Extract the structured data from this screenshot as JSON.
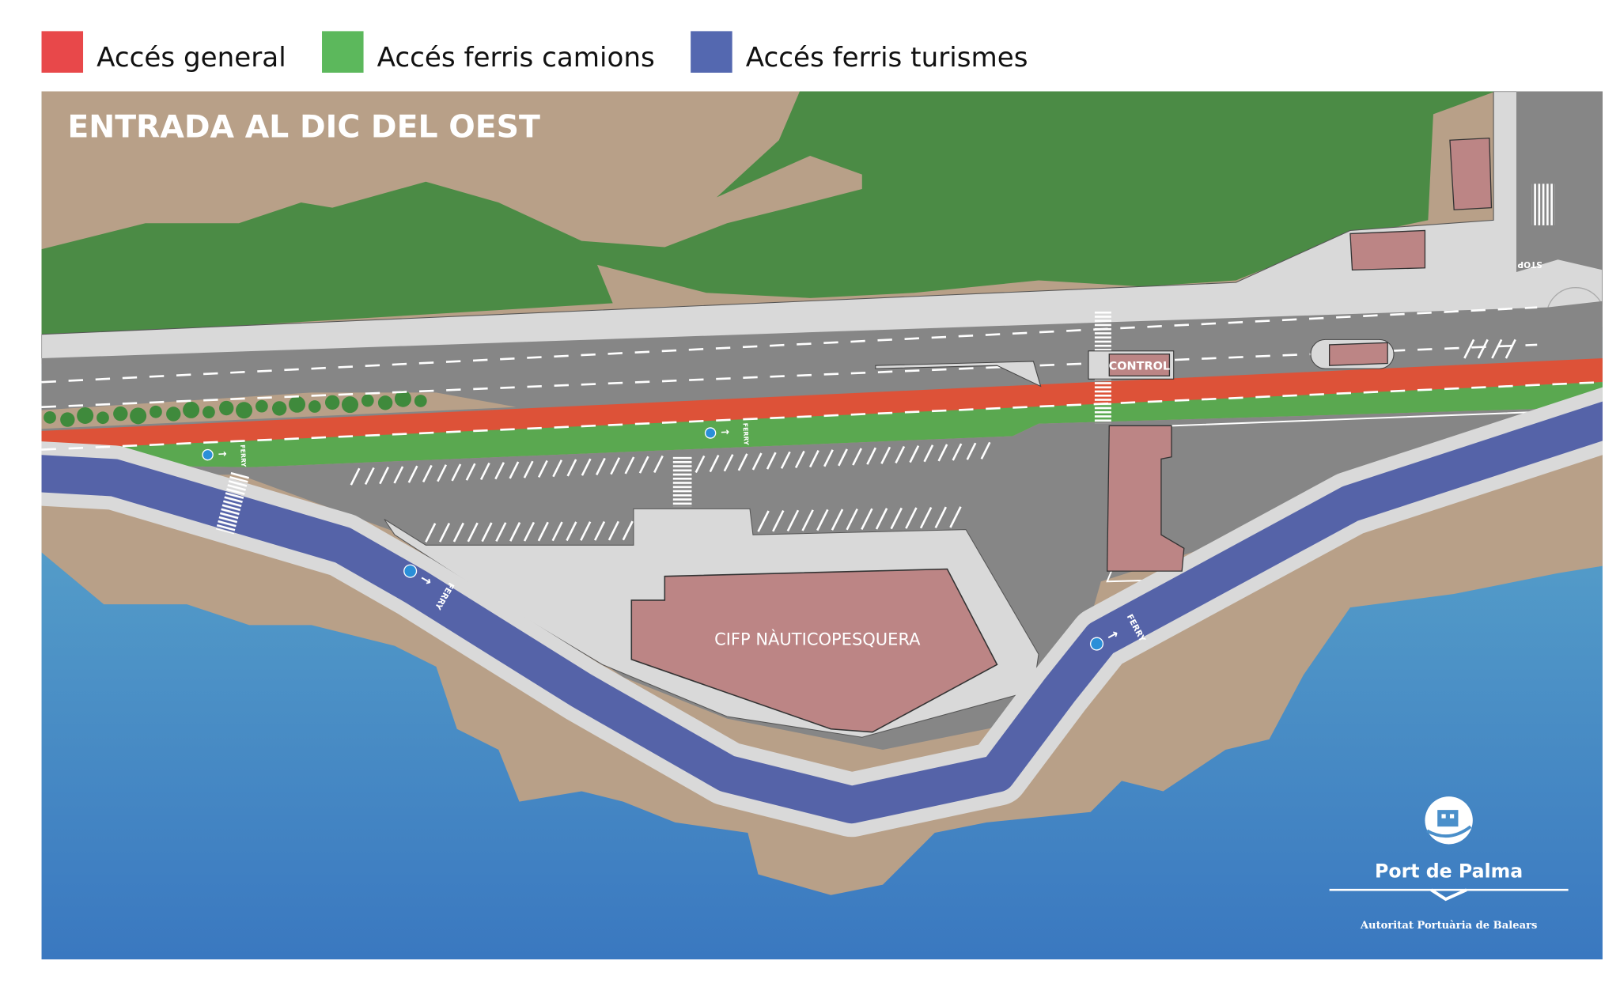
{
  "legend": [
    {
      "label": "Accés general",
      "color": "#e8484a"
    },
    {
      "label": "Accés ferris camions",
      "color": "#5cb85c"
    },
    {
      "label": "Accés ferris turismes",
      "color": "#5468b0"
    }
  ],
  "map": {
    "title": "ENTRADA AL DIC DEL OEST",
    "building_main": "CIFP NÀUTICOPESQUERA",
    "control_label": "CONTROL",
    "stop_label": "STOP",
    "ferry_label": "FERRY"
  },
  "logo": {
    "name": "Port de Palma",
    "subtitle": "Autoritat Portuària de Balears"
  },
  "colors": {
    "land": "#b8a088",
    "vegetation": "#4b8b45",
    "asphalt": "#868686",
    "concrete": "#d9d9d9",
    "general": "#dd5238",
    "trucks": "#5aa850",
    "cars": "#5563a8",
    "building": "#bc8585"
  }
}
